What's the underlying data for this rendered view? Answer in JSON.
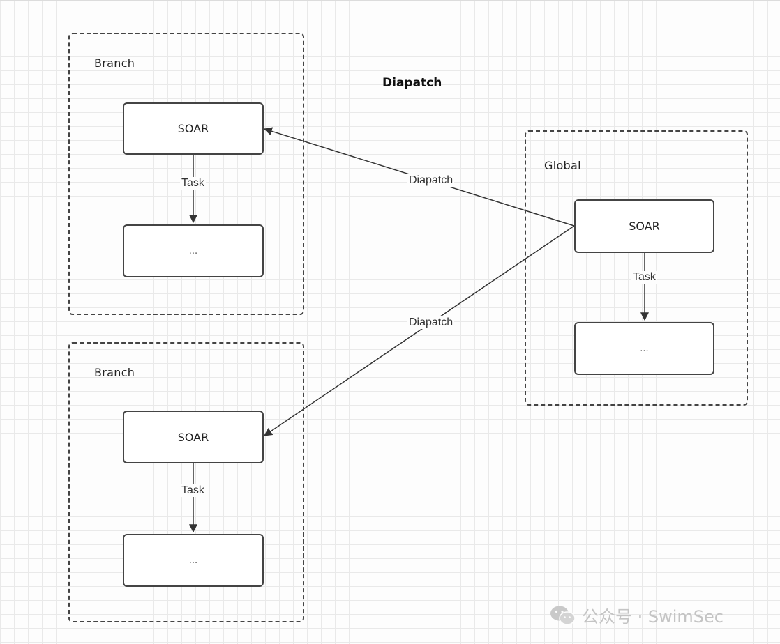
{
  "title": "Diapatch",
  "groups": {
    "branch_top": {
      "label": "Branch",
      "primary_node": "SOAR",
      "edge_label": "Task",
      "secondary_node": "..."
    },
    "branch_bottom": {
      "label": "Branch",
      "primary_node": "SOAR",
      "edge_label": "Task",
      "secondary_node": "..."
    },
    "global": {
      "label": "Global",
      "primary_node": "SOAR",
      "edge_label": "Task",
      "secondary_node": "..."
    }
  },
  "dispatch_edges": {
    "to_top": "Diapatch",
    "to_bottom": "Diapatch"
  },
  "watermark": {
    "text": "公众号 · SwimSec",
    "icon": "wechat-icon"
  },
  "colors": {
    "line": "#333333",
    "watermark": "#c4c4c4",
    "grid": "#e9e9e9"
  }
}
